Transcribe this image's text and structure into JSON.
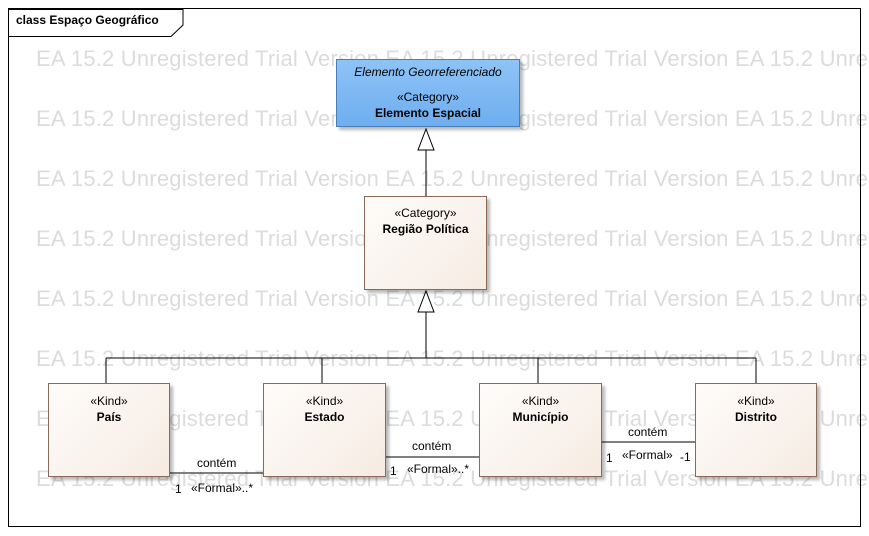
{
  "frame": {
    "title": "class Espaço Geográfico"
  },
  "watermark": "EA 15.2 Unregistered Trial Version EA 15.2 Unregistered Trial Version EA 15.2 Unregistered Trial Version",
  "classes": {
    "elemento_espacial": {
      "tag": "Elemento Georreferenciado",
      "stereotype": "«Category»",
      "name": "Elemento Espacial",
      "fill": "#7ab7f2"
    },
    "regiao_politica": {
      "stereotype": "«Category»",
      "name": "Região Política"
    },
    "pais": {
      "stereotype": "«Kind»",
      "name": "País"
    },
    "estado": {
      "stereotype": "«Kind»",
      "name": "Estado"
    },
    "municipio": {
      "stereotype": "«Kind»",
      "name": "Município"
    },
    "distrito": {
      "stereotype": "«Kind»",
      "name": "Distrito"
    }
  },
  "associations": {
    "pais_estado": {
      "name": "contém",
      "source_mult": "1",
      "target_label": "«Formal»..*"
    },
    "estado_municipio": {
      "name": "contém",
      "source_mult": "1",
      "target_label": "«Formal»..*"
    },
    "municipio_distrito": {
      "name": "contém",
      "source_mult": "1",
      "target_stereo": "«Formal»",
      "target_mult": "-1"
    }
  }
}
